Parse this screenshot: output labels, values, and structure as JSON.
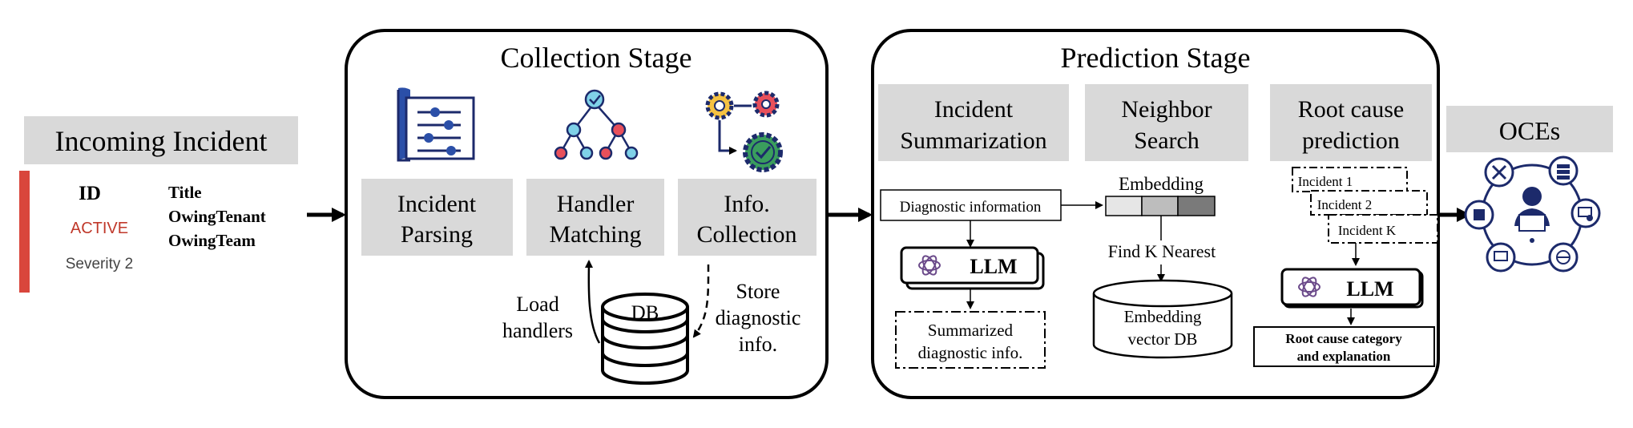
{
  "incoming": {
    "title": "Incoming Incident",
    "id_label": "ID",
    "status": "ACTIVE",
    "severity": "Severity 2",
    "fields": [
      "Title",
      "OwingTenant",
      "OwingTeam"
    ]
  },
  "collection": {
    "title": "Collection Stage",
    "steps": [
      {
        "line1": "Incident",
        "line2": "Parsing",
        "icon": "document-parse-icon"
      },
      {
        "line1": "Handler",
        "line2": "Matching",
        "icon": "tree-network-icon"
      },
      {
        "line1": "Info.",
        "line2": "Collection",
        "icon": "gears-check-icon"
      }
    ],
    "db_label": "DB",
    "load_label": [
      "Load",
      "handlers"
    ],
    "store_label": [
      "Store",
      "diagnostic",
      "info."
    ]
  },
  "prediction": {
    "title": "Prediction Stage",
    "columns": [
      {
        "line1": "Incident",
        "line2": "Summarization"
      },
      {
        "line1": "Neighbor",
        "line2": "Search"
      },
      {
        "line1": "Root cause",
        "line2": "prediction"
      }
    ],
    "diag_info": "Diagnostic information",
    "llm_label": "LLM",
    "summarized": [
      "Summarized",
      "diagnostic info."
    ],
    "embedding_label": "Embedding",
    "find_label": "Find K Nearest",
    "vector_db": [
      "Embedding",
      "vector DB"
    ],
    "incidents": [
      "Incident 1",
      "Incident 2",
      "Incident K"
    ],
    "root_cause": [
      "Root cause category",
      "and explanation"
    ]
  },
  "oces": {
    "title": "OCEs"
  },
  "colors": {
    "header_bg": "#d9d9d9",
    "accent_red": "#d9463c",
    "active_text": "#c0392b",
    "stroke": "#000000"
  }
}
